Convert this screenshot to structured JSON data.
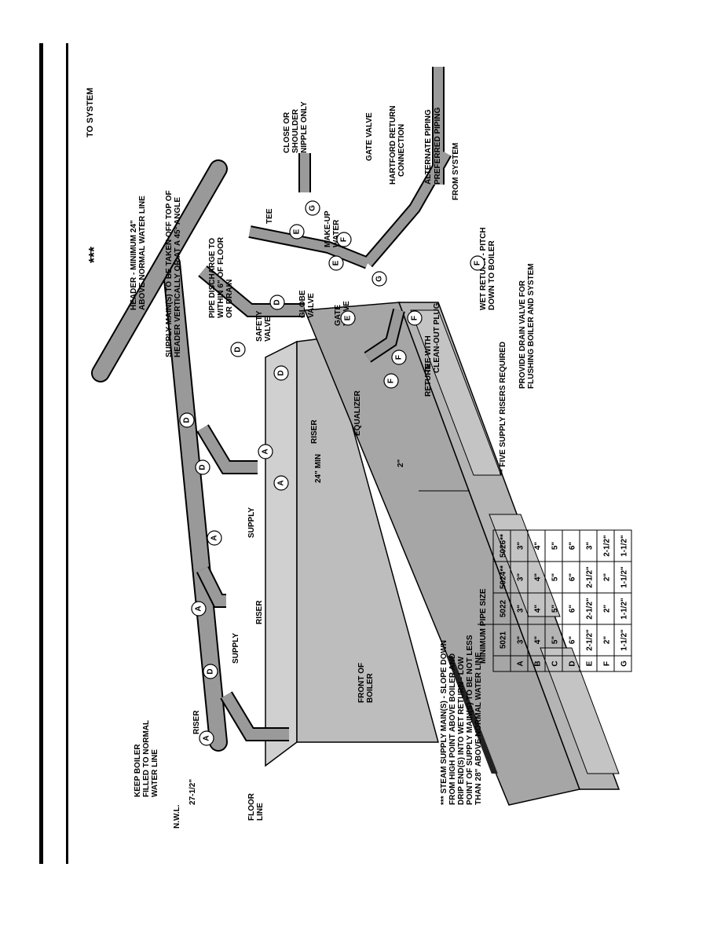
{
  "labels": {
    "to_system": "TO SYSTEM",
    "triple_star": "***",
    "header_min": "HEADER - MINIMUM 24\"",
    "header_min2": "ABOVE NORMAL WATER LINE",
    "supply_main1": "SUPPLY MAIN(S) TO BE TAKEN OFF TOP OF",
    "supply_main2": "HEADER VERTICALLY OR AT A 45° ANGLE",
    "pipe_discharge1": "PIPE DISCHARGE TO",
    "pipe_discharge2": "WITHIN 6\" OF FLOOR",
    "pipe_discharge3": "OR DRAIN",
    "safety1": "SAFETY",
    "safety2": "VALVE",
    "globe1": "GLOBE",
    "globe2": "VALVE",
    "makeup1": "MAKE-UP",
    "makeup2": "WATER",
    "gate1": "GATE",
    "gate2": "VALVE",
    "gate_valve_top": "GATE VALVE",
    "close_nipple1": "CLOSE OR",
    "close_nipple2": "SHOULDER",
    "close_nipple3": "NIPPLE ONLY",
    "tee": "TEE",
    "hartford1": "HARTFORD RETURN",
    "hartford2": "CONNECTION",
    "alt_piping": "ALTERNATE PIPING",
    "pref_piping": "PREFERRED PIPING",
    "from_system": "FROM SYSTEM",
    "wet_return1": "WET RETURN - PITCH",
    "wet_return2": "DOWN TO BOILER",
    "drain1": "PROVIDE DRAIN VALVE FOR",
    "drain2": "FLUSHING BOILER AND SYSTEM",
    "tee_cleanout1": "TEE WITH",
    "tee_cleanout2": "CLEAN-OUT PLUG",
    "return": "RETURN",
    "equalizer": "EQUALIZER",
    "riser": "RISER",
    "supply": "SUPPLY",
    "min24": "24\" MIN",
    "two_in": "2\"",
    "keep1": "KEEP BOILER",
    "keep2": "FILLED TO NORMAL",
    "keep3": "WATER LINE",
    "nwl": "N.W.L.",
    "dim27": "27-1/2\"",
    "floor1": "FLOOR",
    "floor2": "LINE",
    "front1": "FRONT OF",
    "front2": "BOILER",
    "note1": "*** STEAM SUPPLY MAIN(S) - SLOPE DOWN",
    "note2": "FROM HIGH POINT ABOVE BOILER AND",
    "note3": "DRIP END(S) INTO WET RETURN - LOW",
    "note4": "POINT OF SUPPLY MAIN(S) TO BE NOT LESS",
    "note5": "THAN 28\" ABOVE NORMAL WATER LINE",
    "five_risers": "** FIVE SUPPLY RISERS REQUIRED"
  },
  "pipe_table": {
    "title": "MINIMUM PIPE SIZE",
    "columns": [
      "5021",
      "5022",
      "5024**",
      "5026**"
    ],
    "rows": [
      {
        "key": "A",
        "values": [
          "3\"",
          "3\"",
          "3\"",
          "3\""
        ]
      },
      {
        "key": "B",
        "values": [
          "4\"",
          "4\"",
          "4\"",
          "4\""
        ]
      },
      {
        "key": "C",
        "values": [
          "5\"",
          "5\"",
          "5\"",
          "5\""
        ]
      },
      {
        "key": "D",
        "values": [
          "6\"",
          "6\"",
          "6\"",
          "6\""
        ]
      },
      {
        "key": "E",
        "values": [
          "2-1/2\"",
          "2-1/2\"",
          "2-1/2\"",
          "3\""
        ]
      },
      {
        "key": "F",
        "values": [
          "2\"",
          "2\"",
          "2\"",
          "2-1/2\""
        ]
      },
      {
        "key": "G",
        "values": [
          "1-1/2\"",
          "1-1/2\"",
          "1-1/2\"",
          "1-1/2\""
        ]
      }
    ]
  }
}
